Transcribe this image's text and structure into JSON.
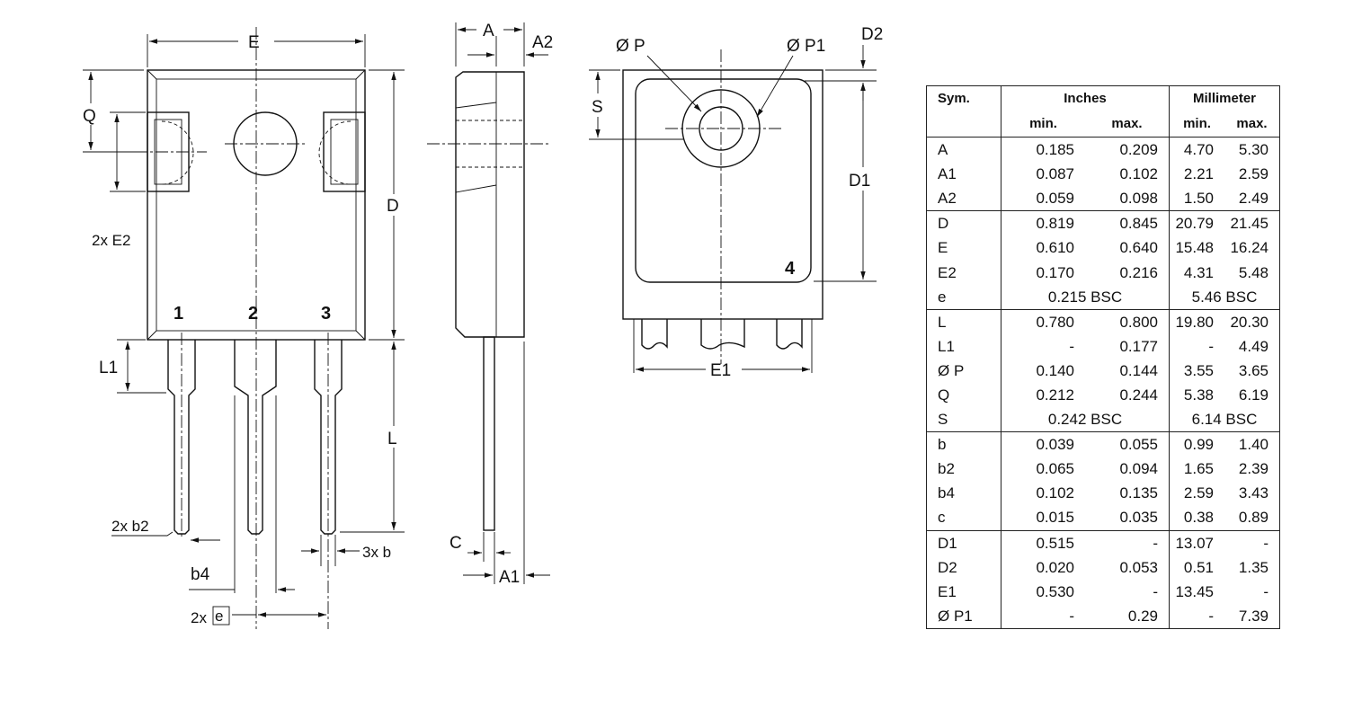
{
  "drawing": {
    "front_view": {
      "pin_labels": [
        "1",
        "2",
        "3"
      ],
      "dim_E": "E",
      "dim_D": "D",
      "dim_Q": "Q",
      "dim_E2": "2x E2",
      "dim_L1": "L1",
      "dim_L": "L",
      "dim_b2": "2x b2",
      "dim_b4": "b4",
      "dim_e_prefix": "2x",
      "dim_e": "e",
      "dim_b": "3x b"
    },
    "side_view": {
      "dim_A": "A",
      "dim_A2": "A2",
      "dim_C": "C",
      "dim_A1": "A1"
    },
    "back_view": {
      "dim_P": "Ø P",
      "dim_P1": "Ø P1",
      "dim_D2": "D2",
      "dim_S": "S",
      "dim_D1": "D1",
      "pin4_label": "4",
      "dim_E1": "E1"
    }
  },
  "table": {
    "headers": {
      "sym": "Sym.",
      "inches": "Inches",
      "mm": "Millimeter",
      "min": "min.",
      "max": "max."
    },
    "groups": [
      [
        [
          "A",
          "0.185",
          "0.209",
          "4.70",
          "5.30"
        ],
        [
          "A1",
          "0.087",
          "0.102",
          "2.21",
          "2.59"
        ],
        [
          "A2",
          "0.059",
          "0.098",
          "1.50",
          "2.49"
        ]
      ],
      [
        [
          "D",
          "0.819",
          "0.845",
          "20.79",
          "21.45"
        ],
        [
          "E",
          "0.610",
          "0.640",
          "15.48",
          "16.24"
        ],
        [
          "E2",
          "0.170",
          "0.216",
          "4.31",
          "5.48"
        ],
        [
          "e",
          "0.215 BSC",
          null,
          "5.46 BSC",
          null
        ]
      ],
      [
        [
          "L",
          "0.780",
          "0.800",
          "19.80",
          "20.30"
        ],
        [
          "L1",
          "-",
          "0.177",
          "-",
          "4.49"
        ],
        [
          "Ø P",
          "0.140",
          "0.144",
          "3.55",
          "3.65"
        ],
        [
          "Q",
          "0.212",
          "0.244",
          "5.38",
          "6.19"
        ],
        [
          "S",
          "0.242 BSC",
          null,
          "6.14 BSC",
          null
        ]
      ],
      [
        [
          "b",
          "0.039",
          "0.055",
          "0.99",
          "1.40"
        ],
        [
          "b2",
          "0.065",
          "0.094",
          "1.65",
          "2.39"
        ],
        [
          "b4",
          "0.102",
          "0.135",
          "2.59",
          "3.43"
        ],
        [
          "c",
          "0.015",
          "0.035",
          "0.38",
          "0.89"
        ]
      ],
      [
        [
          "D1",
          "0.515",
          "-",
          "13.07",
          "-"
        ],
        [
          "D2",
          "0.020",
          "0.053",
          "0.51",
          "1.35"
        ],
        [
          "E1",
          "0.530",
          "-",
          "13.45",
          "-"
        ],
        [
          "Ø P1",
          "-",
          "0.29",
          "-",
          "7.39"
        ]
      ]
    ]
  }
}
